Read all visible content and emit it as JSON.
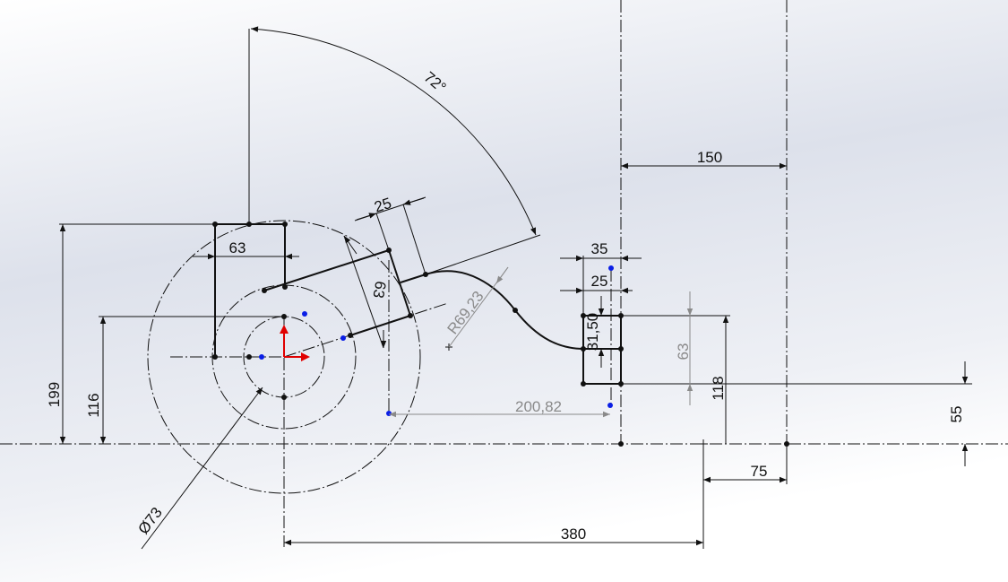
{
  "sketch": {
    "colors": {
      "geometry": "#111111",
      "driven_dimension": "#8a8a8a",
      "point": "#0a1ee6",
      "origin": "#e00000"
    },
    "dimensions": {
      "angle": "72°",
      "top_arm_width": "25",
      "left_rect_width": "63",
      "arm_height": "63",
      "arc_radius": "R69,23",
      "driven_distance": "200,82",
      "right_outer_width": "35",
      "right_inner_width": "25",
      "right_half_height": "31,50",
      "right_rect_height": "63",
      "right_rect_top": "118",
      "right_rect_bottom": "55",
      "centerline_gap": "150",
      "offset_75": "75",
      "total_380": "380",
      "left_height_199": "199",
      "hub_height_116": "116",
      "diameter": "Ø73"
    }
  }
}
